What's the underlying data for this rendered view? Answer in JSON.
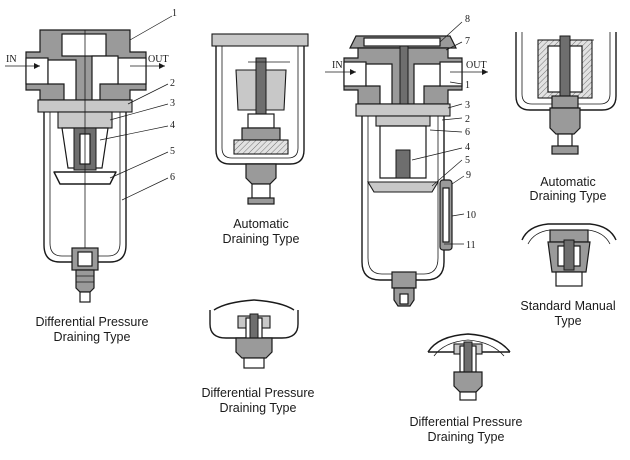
{
  "flow": {
    "in": "IN",
    "out": "OUT"
  },
  "fig1": {
    "parts": [
      "1",
      "2",
      "3",
      "4",
      "5",
      "6"
    ]
  },
  "fig3": {
    "parts": [
      "8",
      "7",
      "1",
      "3",
      "2",
      "6",
      "4",
      "5",
      "9",
      "10",
      "11"
    ]
  },
  "captions": {
    "fig1": [
      "Differential Pressure",
      "Draining Type"
    ],
    "fig2": [
      "Automatic",
      "Draining Type"
    ],
    "fig4": [
      "Automatic",
      "Draining Type"
    ],
    "fig5": [
      "Standard Manual",
      "Type"
    ],
    "fig6": [
      "Differential Pressure",
      "Draining Type"
    ],
    "fig7": [
      "Differential Pressure",
      "Draining Type"
    ]
  }
}
